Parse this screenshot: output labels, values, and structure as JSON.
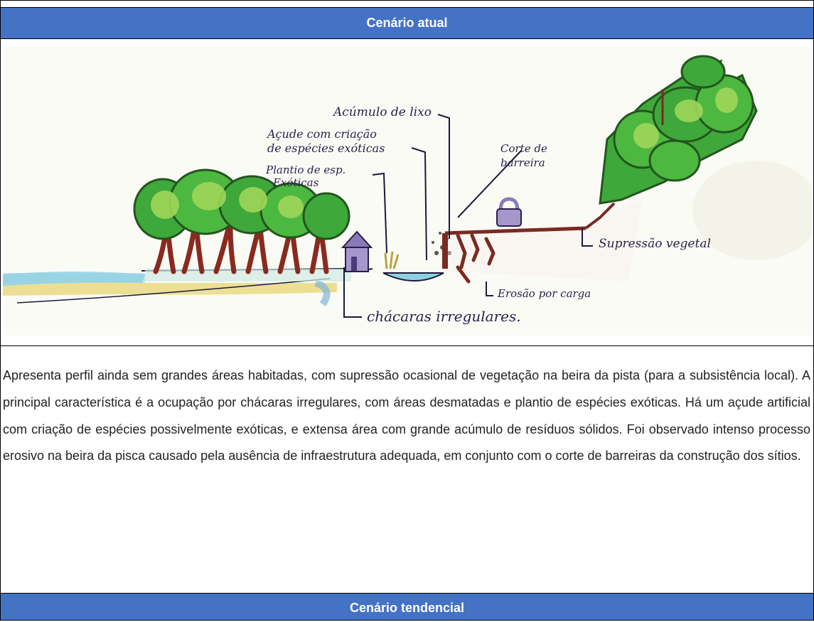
{
  "sections": {
    "current": {
      "title": "Cenário atual"
    },
    "trend": {
      "title": "Cenário tendencial"
    }
  },
  "sketch": {
    "labels": {
      "trash": "Acúmulo de lixo",
      "pond": "Açude com criação",
      "pond2": "de espécies exóticas",
      "plant": "Plantio de esp.",
      "plant2": "Exóticas",
      "cut": "Corte de",
      "cut2": "barreira",
      "suppression": "Supressão vegetal",
      "erosion": "Erosão por carga",
      "farms": "chácaras irregulares."
    },
    "colors": {
      "canopy": "#3ea83a",
      "canopy_light": "#9fd65a",
      "trunk": "#8a2a1e",
      "water": "#8fd0e0",
      "sand": "#e8d98a",
      "house": "#8a7ab8",
      "soil": "#7a2a22"
    }
  },
  "description": "Apresenta perfil ainda sem grandes áreas habitadas, com supressão ocasional de vegetação na beira da pista (para a subsistência local). A principal característica é a ocupação por chácaras irregulares, com áreas desmatadas e plantio de espécies exóticas. Há um açude artificial com criação de espécies possivelmente exóticas, e extensa área com grande acúmulo de resíduos sólidos. Foi observado intenso processo erosivo na beira da pisca causado pela ausência de infraestrutura adequada, em conjunto com o corte de barreiras da construção dos sítios."
}
